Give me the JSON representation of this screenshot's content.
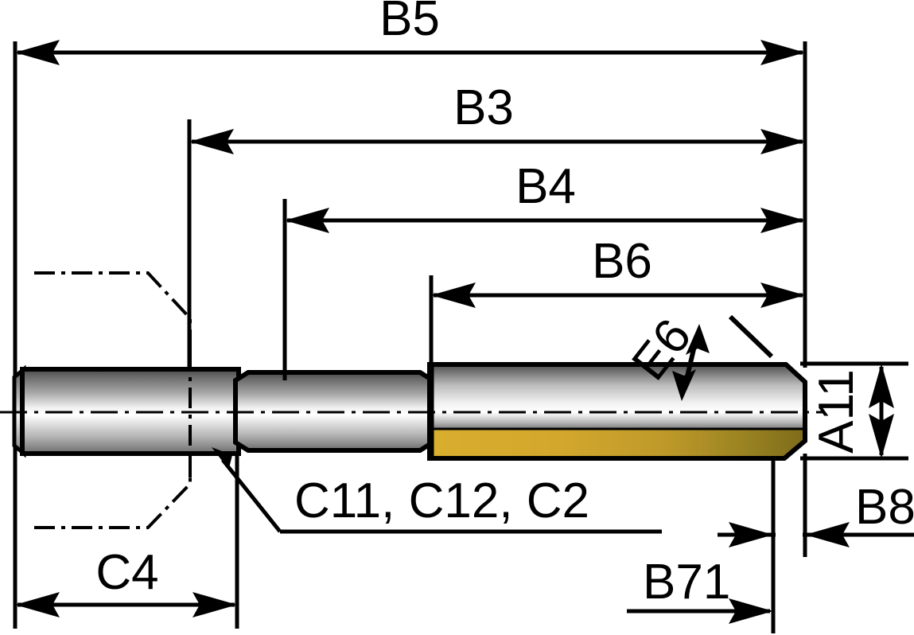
{
  "drawing": {
    "type": "mechanical-part-dimension-drawing",
    "part": "stepped-cylindrical-contact-pin",
    "background_color": "#ffffff",
    "line_color": "#000000",
    "gold_color": "#d4af37",
    "steel_color": "#c8c8c8"
  },
  "dimensions": {
    "b5": {
      "label": "B5",
      "orientation": "horizontal",
      "position": "top"
    },
    "b3": {
      "label": "B3",
      "orientation": "horizontal",
      "position": "top"
    },
    "b4": {
      "label": "B4",
      "orientation": "horizontal",
      "position": "top"
    },
    "b6": {
      "label": "B6",
      "orientation": "horizontal",
      "position": "top"
    },
    "a11": {
      "label": "A11",
      "orientation": "vertical",
      "position": "right",
      "rotation": -90
    },
    "e6": {
      "label": "E6",
      "orientation": "diagonal",
      "position": "body",
      "rotation": -45
    },
    "b8": {
      "label": "B8",
      "orientation": "horizontal",
      "position": "bottom-right"
    },
    "b71": {
      "label": "B71",
      "orientation": "horizontal",
      "position": "bottom-right"
    },
    "c4": {
      "label": "C4",
      "orientation": "horizontal",
      "position": "bottom-left"
    },
    "c_group": {
      "label": "C11, C12, C2",
      "orientation": "horizontal",
      "position": "bottom-center",
      "leader": "points-to-shoulder"
    }
  },
  "labels": [
    "B5",
    "B3",
    "B4",
    "B6",
    "E6",
    "A11",
    "B8",
    "B71",
    "C4",
    "C11, C12, C2"
  ]
}
